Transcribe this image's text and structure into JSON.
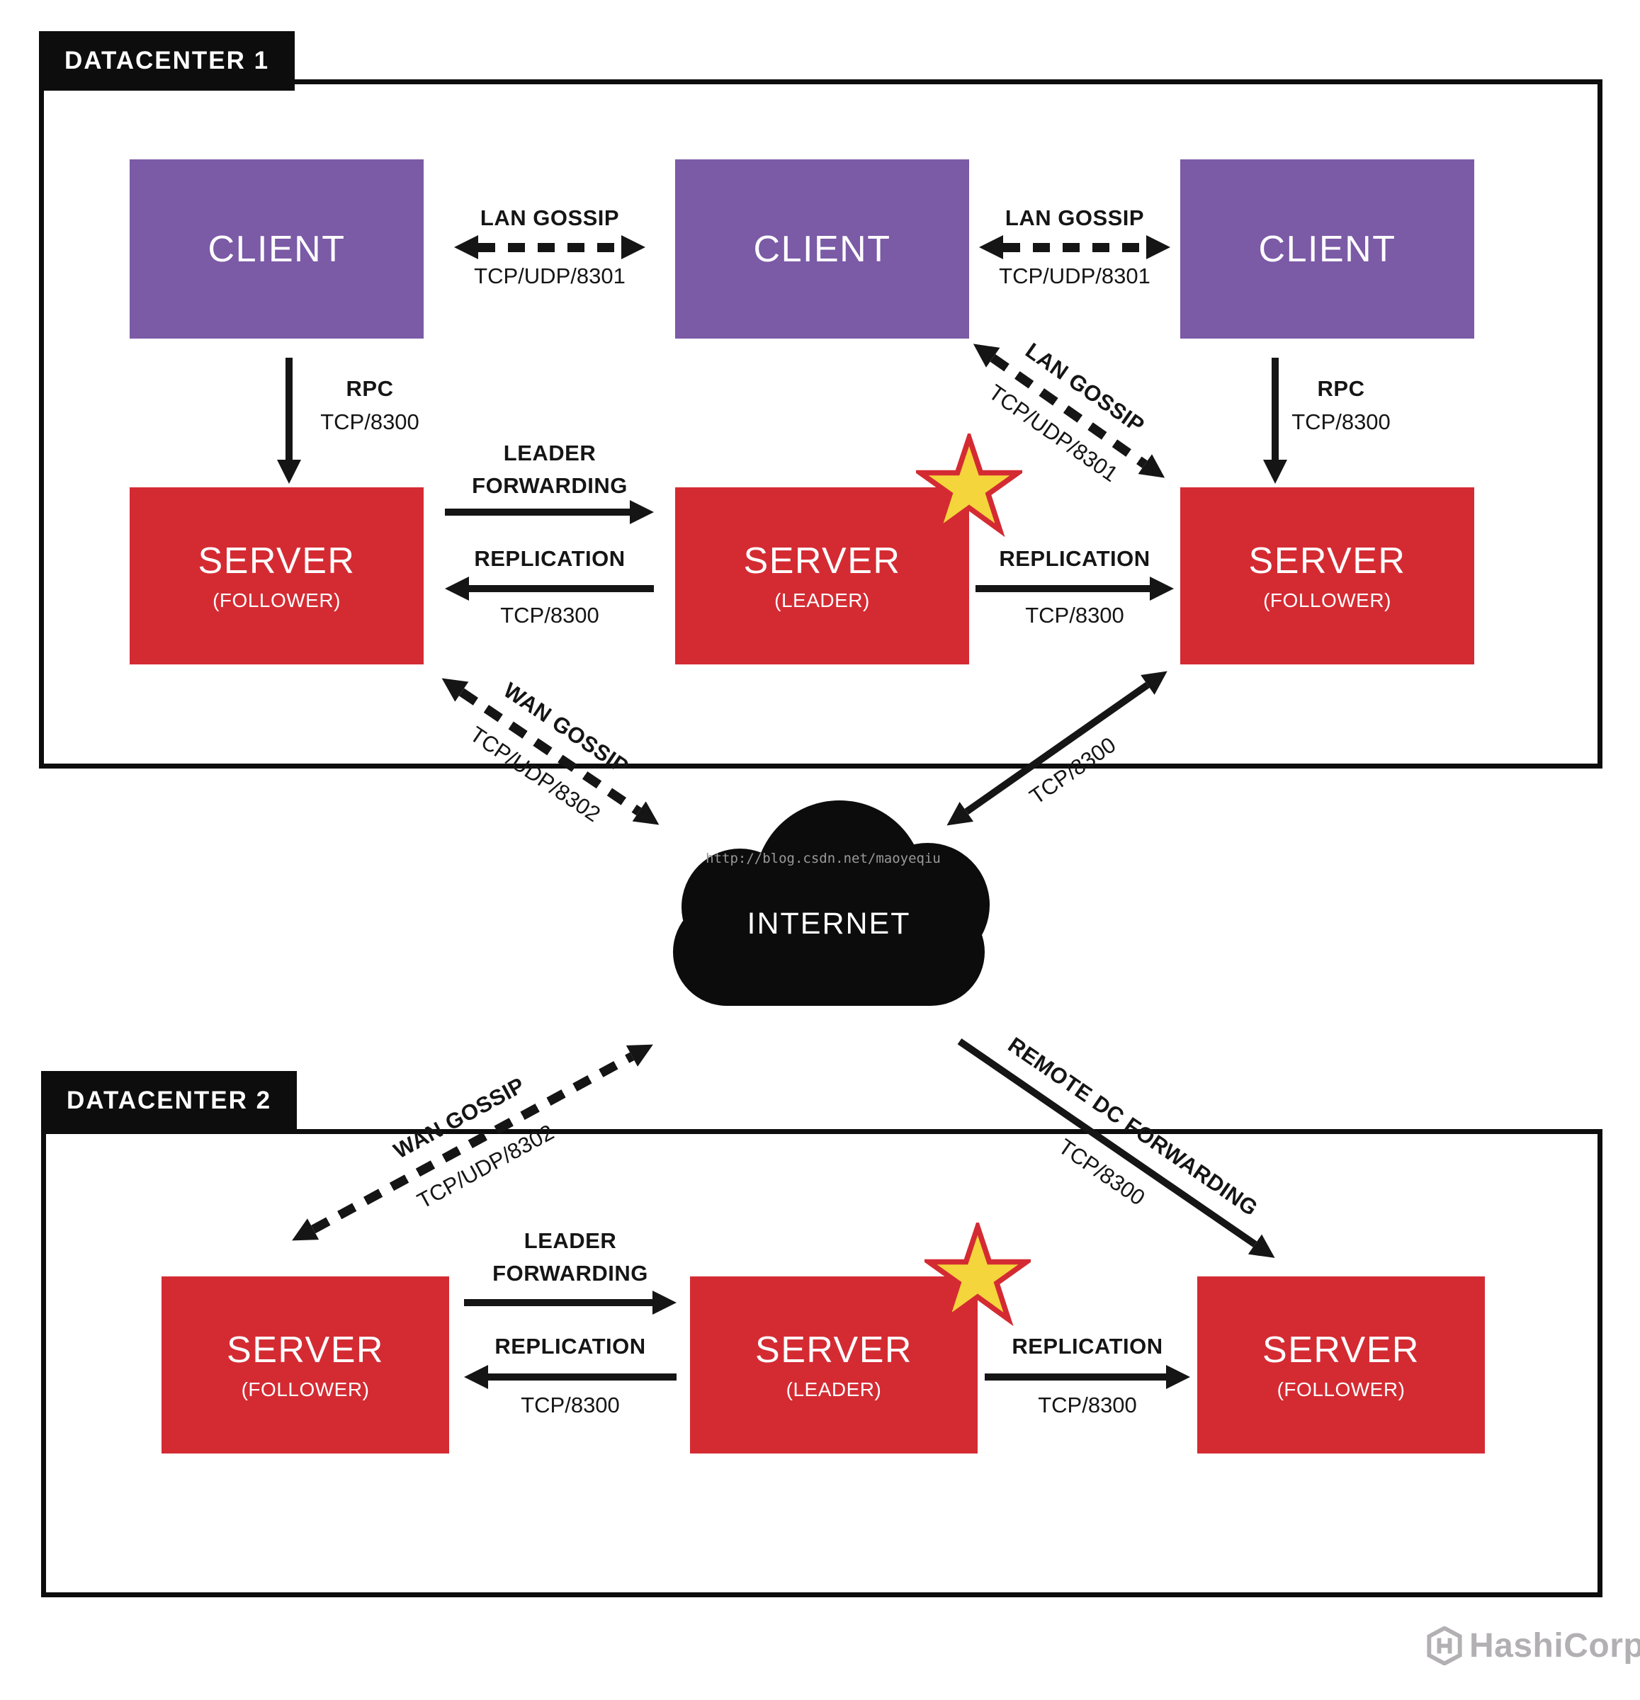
{
  "colors": {
    "client_purple": "#7b5aa6",
    "server_red": "#d42b33",
    "diagram_black": "#0d0d0d",
    "star_yellow": "#f5d53c",
    "watermark_gray": "#999999",
    "brand_gray": "#b3b0b3"
  },
  "datacenter1": {
    "label": "DATACENTER 1",
    "clients": [
      {
        "title": "CLIENT"
      },
      {
        "title": "CLIENT"
      },
      {
        "title": "CLIENT"
      }
    ],
    "servers": [
      {
        "title": "SERVER",
        "role": "(FOLLOWER)"
      },
      {
        "title": "SERVER",
        "role": "(LEADER)"
      },
      {
        "title": "SERVER",
        "role": "(FOLLOWER)"
      }
    ]
  },
  "datacenter2": {
    "label": "DATACENTER 2",
    "servers": [
      {
        "title": "SERVER",
        "role": "(FOLLOWER)"
      },
      {
        "title": "SERVER",
        "role": "(LEADER)"
      },
      {
        "title": "SERVER",
        "role": "(FOLLOWER)"
      }
    ]
  },
  "internet": {
    "label": "INTERNET"
  },
  "watermark": "http://blog.csdn.net/maoyeqiu",
  "brand": {
    "name": "HashiCorp"
  },
  "connections": {
    "lan_gossip_left": {
      "label": "LAN GOSSIP",
      "port": "TCP/UDP/8301"
    },
    "lan_gossip_right": {
      "label": "LAN GOSSIP",
      "port": "TCP/UDP/8301"
    },
    "lan_gossip_diagonal": {
      "label": "LAN GOSSIP",
      "port": "TCP/UDP/8301"
    },
    "rpc_left": {
      "label": "RPC",
      "port": "TCP/8300"
    },
    "rpc_right": {
      "label": "RPC",
      "port": "TCP/8300"
    },
    "dc1_leader_forwarding": {
      "line1": "LEADER",
      "line2": "FORWARDING"
    },
    "dc1_replication_left": {
      "label": "REPLICATION",
      "port": "TCP/8300"
    },
    "dc1_replication_right": {
      "label": "REPLICATION",
      "port": "TCP/8300"
    },
    "dc1_wan_gossip": {
      "label": "WAN GOSSIP",
      "port": "TCP/UDP/8302"
    },
    "dc1_internet_link": {
      "port": "TCP/8300"
    },
    "dc2_wan_gossip": {
      "label": "WAN GOSSIP",
      "port": "TCP/UDP/8302"
    },
    "remote_dc_forwarding": {
      "label": "REMOTE DC FORWARDING",
      "port": "TCP/8300"
    },
    "dc2_leader_forwarding": {
      "line1": "LEADER",
      "line2": "FORWARDING"
    },
    "dc2_replication_left": {
      "label": "REPLICATION",
      "port": "TCP/8300"
    },
    "dc2_replication_right": {
      "label": "REPLICATION",
      "port": "TCP/8300"
    }
  }
}
